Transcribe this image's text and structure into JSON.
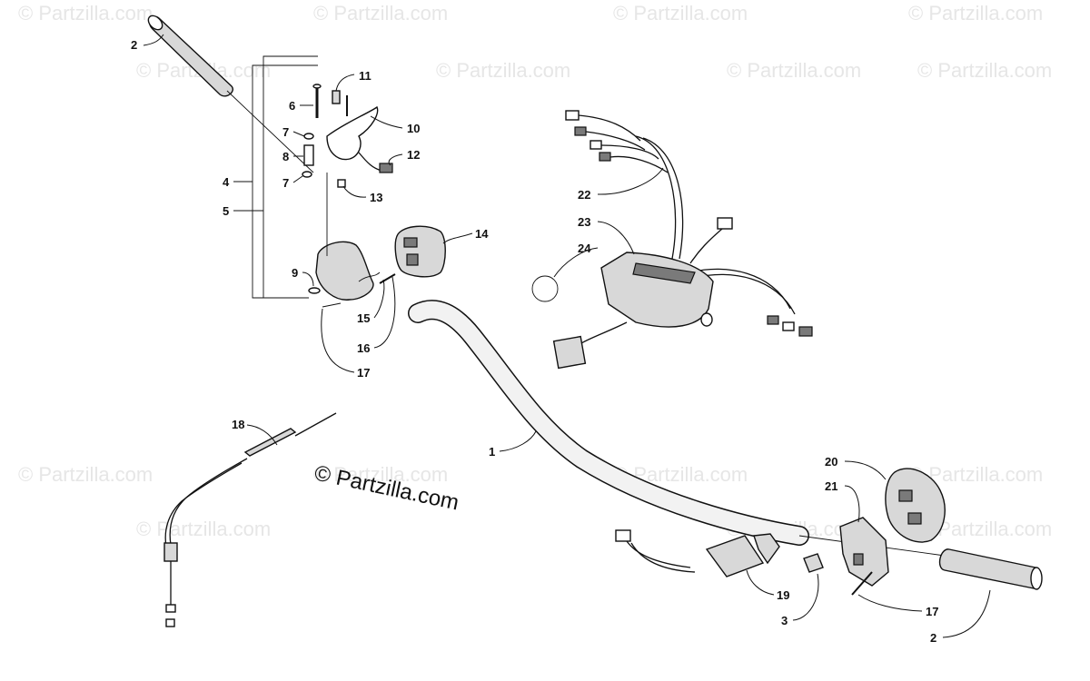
{
  "watermark": {
    "text": "© Partzilla.com",
    "brand_text": "© Partzilla.com"
  },
  "callouts": [
    {
      "id": "c1",
      "label": "1"
    },
    {
      "id": "c2a",
      "label": "2"
    },
    {
      "id": "c2b",
      "label": "2"
    },
    {
      "id": "c3",
      "label": "3"
    },
    {
      "id": "c4",
      "label": "4"
    },
    {
      "id": "c5",
      "label": "5"
    },
    {
      "id": "c6",
      "label": "6"
    },
    {
      "id": "c7a",
      "label": "7"
    },
    {
      "id": "c7b",
      "label": "7"
    },
    {
      "id": "c8",
      "label": "8"
    },
    {
      "id": "c9",
      "label": "9"
    },
    {
      "id": "c10",
      "label": "10"
    },
    {
      "id": "c11",
      "label": "11"
    },
    {
      "id": "c12",
      "label": "12"
    },
    {
      "id": "c13",
      "label": "13"
    },
    {
      "id": "c14",
      "label": "14"
    },
    {
      "id": "c15",
      "label": "15"
    },
    {
      "id": "c16",
      "label": "16"
    },
    {
      "id": "c17a",
      "label": "17"
    },
    {
      "id": "c17b",
      "label": "17"
    },
    {
      "id": "c18",
      "label": "18"
    },
    {
      "id": "c19",
      "label": "19"
    },
    {
      "id": "c20",
      "label": "20"
    },
    {
      "id": "c21",
      "label": "21"
    },
    {
      "id": "c22",
      "label": "22"
    },
    {
      "id": "c23",
      "label": "23"
    },
    {
      "id": "c24",
      "label": "24"
    }
  ]
}
